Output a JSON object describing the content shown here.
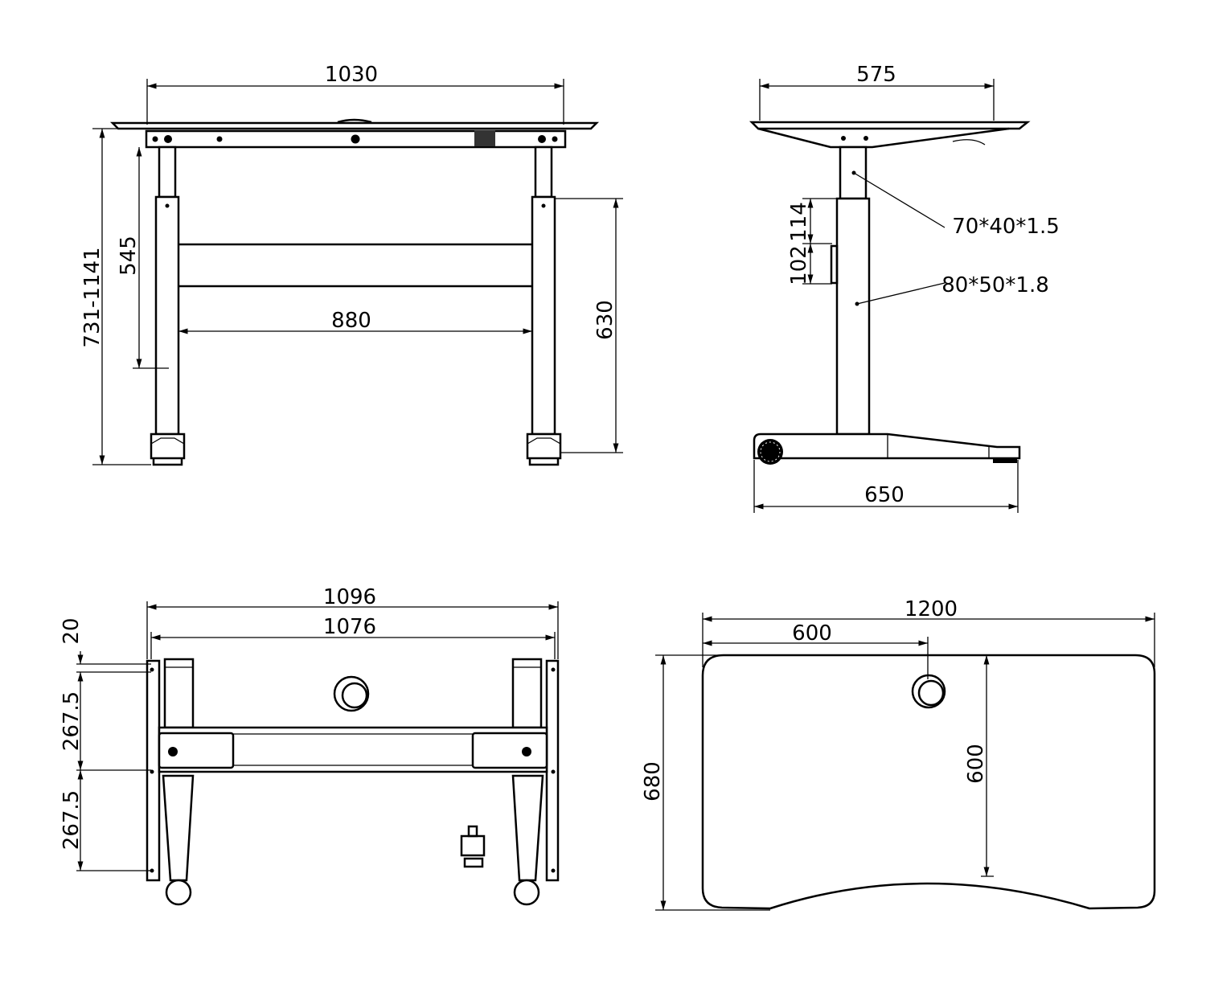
{
  "front_view": {
    "width_top": "1030",
    "height_range": "731-1141",
    "leg_upper": "545",
    "crossbar_width": "880",
    "leg_lower": "630"
  },
  "side_view": {
    "depth_top": "575",
    "base_depth": "650",
    "overlap_1": "114",
    "overlap_2": "102",
    "upper_tube": "70*40*1.5",
    "lower_tube": "80*50*1.8"
  },
  "bottom_view": {
    "outer_width": "1096",
    "inner_width": "1076",
    "offset_1": "20",
    "spacing_1": "267.5",
    "spacing_2": "267.5"
  },
  "top_view": {
    "width": "1200",
    "grommet_offset": "600",
    "depth": "680",
    "grommet_depth": "600"
  }
}
